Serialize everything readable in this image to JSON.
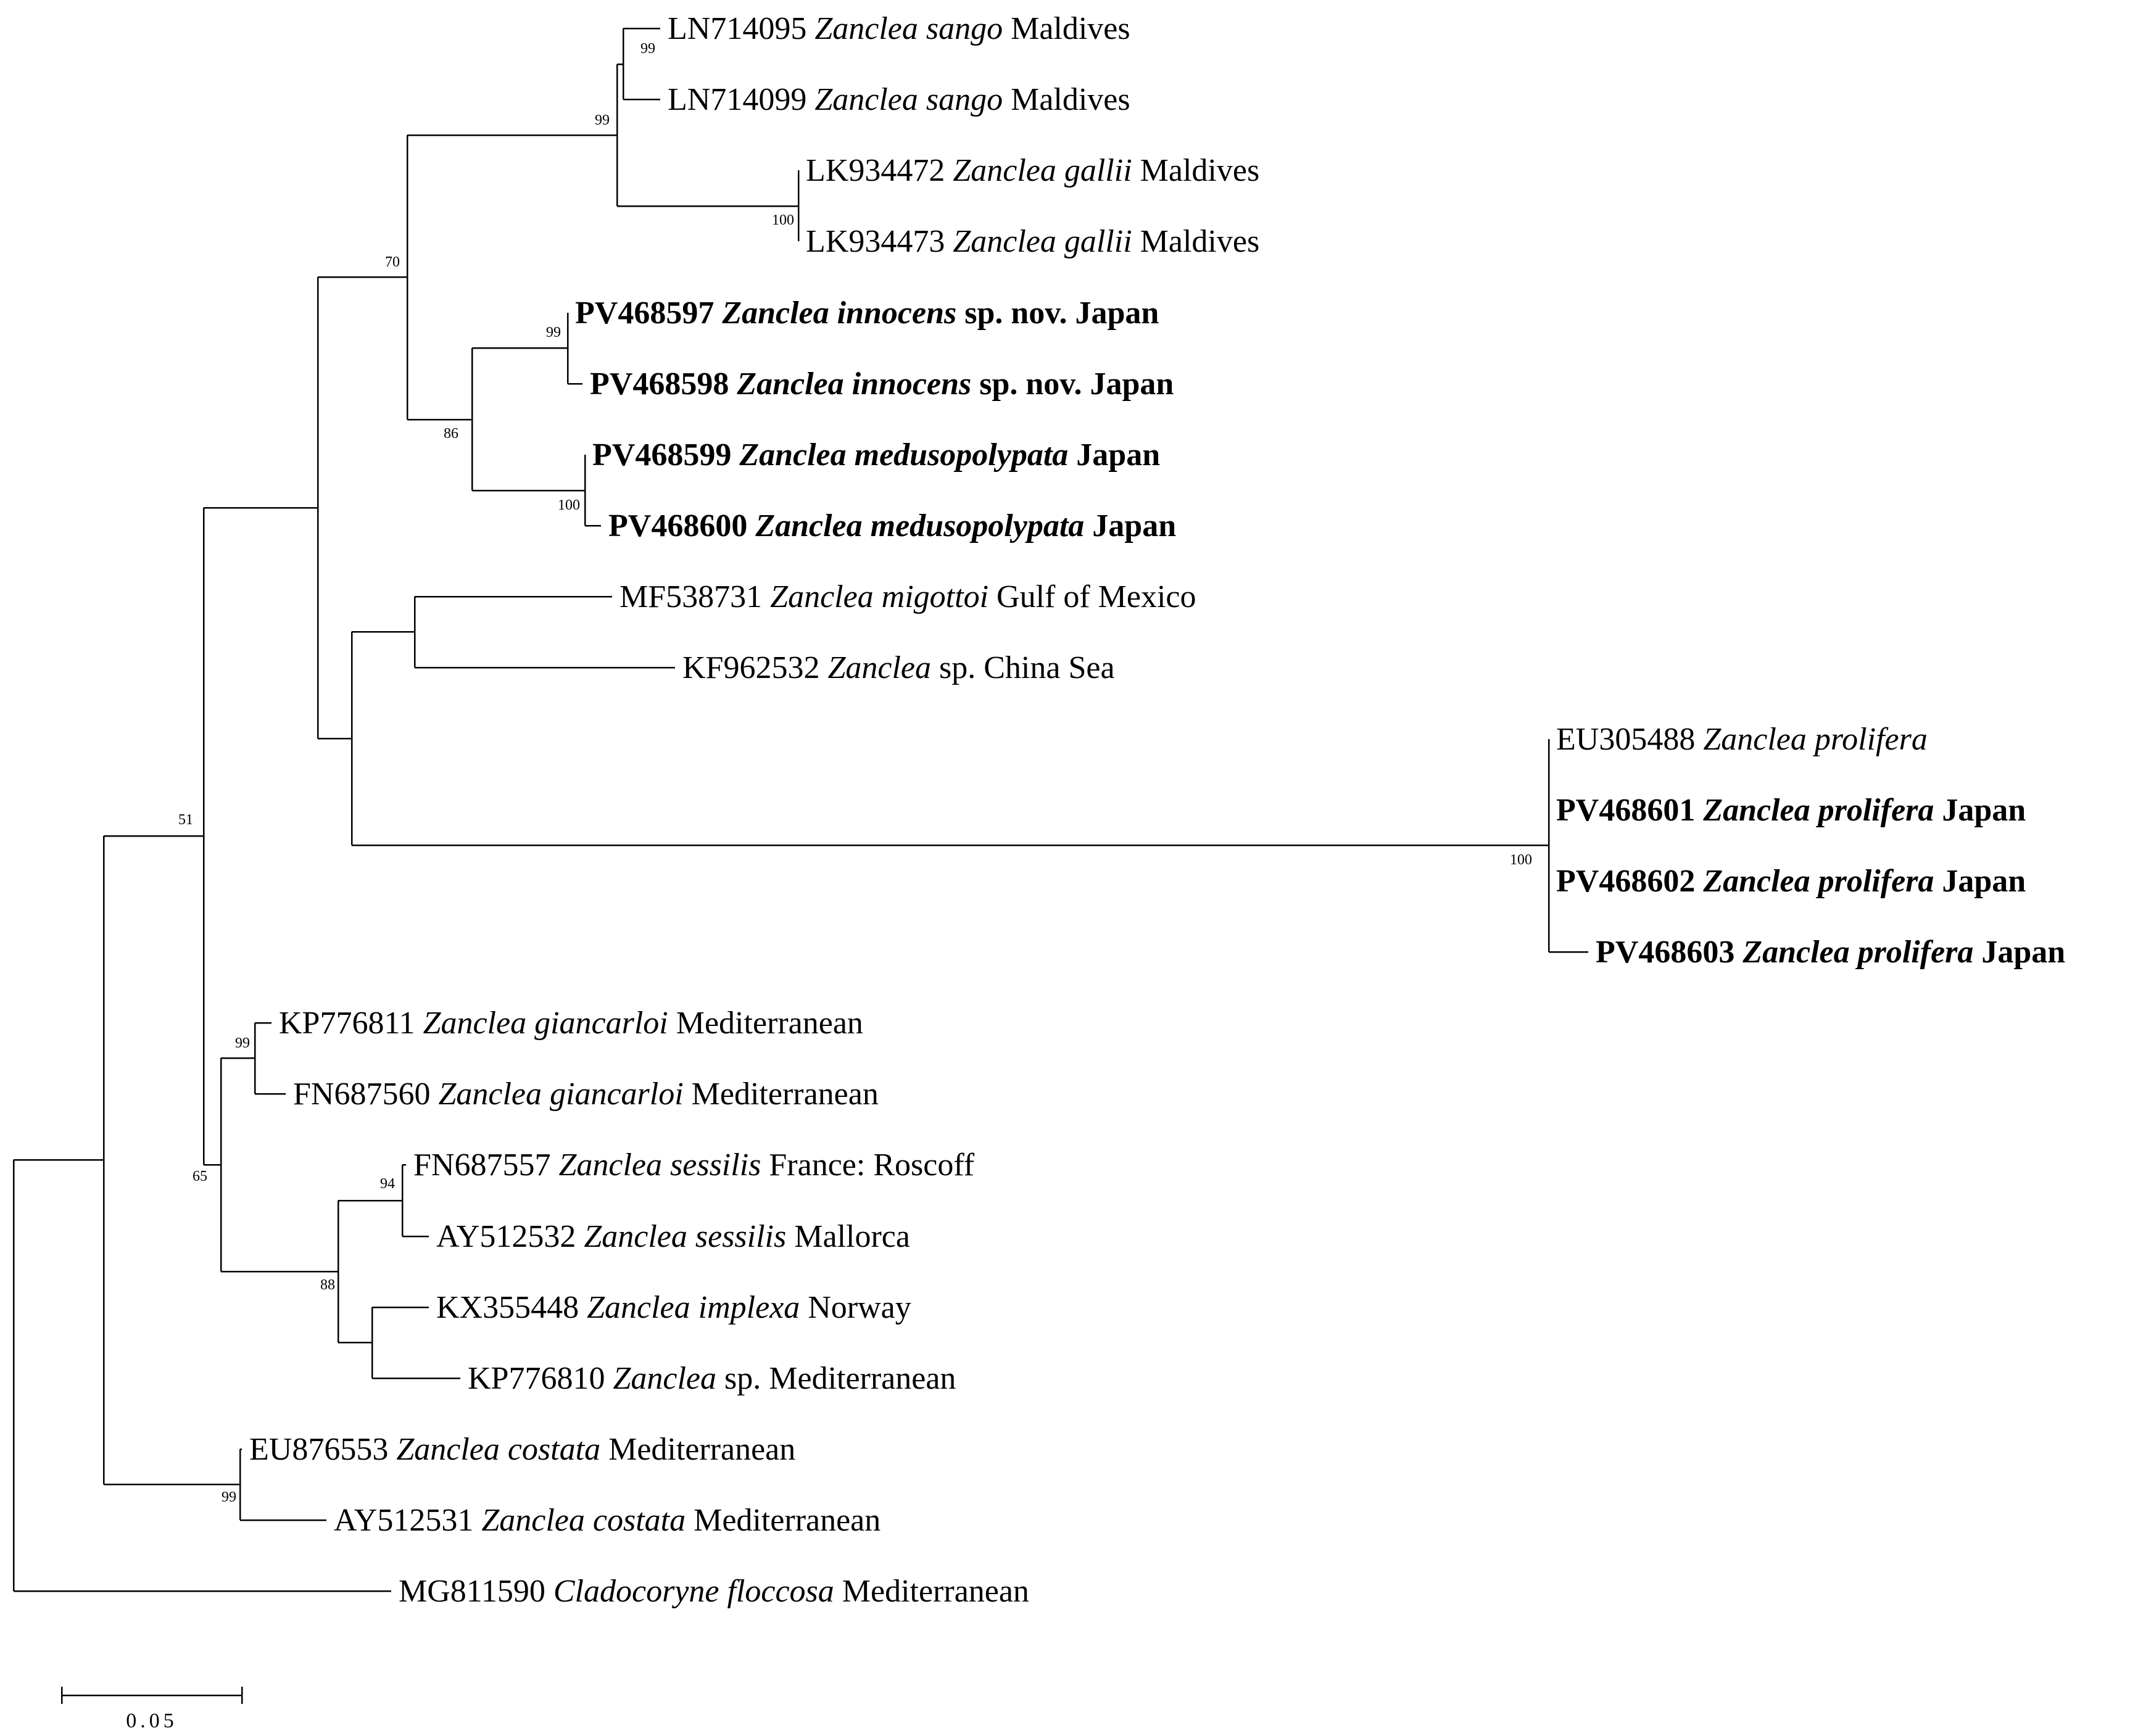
{
  "tree": {
    "taxa": [
      {
        "parts": [
          {
            "t": "LN714095 "
          },
          {
            "t": "Zanclea sango",
            "i": true
          },
          {
            "t": " Maldives"
          }
        ]
      },
      {
        "parts": [
          {
            "t": "LN714099 "
          },
          {
            "t": "Zanclea sango",
            "i": true
          },
          {
            "t": " Maldives"
          }
        ]
      },
      {
        "parts": [
          {
            "t": "LK934472 "
          },
          {
            "t": "Zanclea gallii",
            "i": true
          },
          {
            "t": " Maldives"
          }
        ]
      },
      {
        "parts": [
          {
            "t": "LK934473 "
          },
          {
            "t": "Zanclea gallii",
            "i": true
          },
          {
            "t": " Maldives"
          }
        ]
      },
      {
        "bold": true,
        "parts": [
          {
            "t": "PV468597 "
          },
          {
            "t": "Zanclea innocens",
            "i": true
          },
          {
            "t": " sp. nov. Japan"
          }
        ]
      },
      {
        "bold": true,
        "parts": [
          {
            "t": "PV468598 "
          },
          {
            "t": "Zanclea innocens",
            "i": true
          },
          {
            "t": " sp. nov. Japan"
          }
        ]
      },
      {
        "bold": true,
        "parts": [
          {
            "t": "PV468599 "
          },
          {
            "t": "Zanclea medusopolypata",
            "i": true
          },
          {
            "t": " Japan"
          }
        ]
      },
      {
        "bold": true,
        "parts": [
          {
            "t": "PV468600 "
          },
          {
            "t": "Zanclea medusopolypata",
            "i": true
          },
          {
            "t": " Japan"
          }
        ]
      },
      {
        "parts": [
          {
            "t": "MF538731 "
          },
          {
            "t": "Zanclea migottoi",
            "i": true
          },
          {
            "t": " Gulf of Mexico"
          }
        ]
      },
      {
        "parts": [
          {
            "t": "KF962532 "
          },
          {
            "t": "Zanclea",
            "i": true
          },
          {
            "t": " sp. China Sea"
          }
        ]
      },
      {
        "parts": [
          {
            "t": "EU305488 "
          },
          {
            "t": "Zanclea prolifera",
            "i": true
          }
        ]
      },
      {
        "bold": true,
        "parts": [
          {
            "t": "PV468601  "
          },
          {
            "t": "Zanclea prolifera",
            "i": true
          },
          {
            "t": " Japan"
          }
        ]
      },
      {
        "bold": true,
        "parts": [
          {
            "t": "PV468602 "
          },
          {
            "t": "Zanclea prolifera",
            "i": true
          },
          {
            "t": " Japan"
          }
        ]
      },
      {
        "bold": true,
        "parts": [
          {
            "t": "PV468603  "
          },
          {
            "t": "Zanclea prolifera",
            "i": true
          },
          {
            "t": " Japan"
          }
        ]
      },
      {
        "parts": [
          {
            "t": "KP776811 "
          },
          {
            "t": "Zanclea giancarloi",
            "i": true
          },
          {
            "t": " Mediterranean"
          }
        ]
      },
      {
        "parts": [
          {
            "t": "FN687560 "
          },
          {
            "t": "Zanclea giancarloi",
            "i": true
          },
          {
            "t": " Mediterranean"
          }
        ]
      },
      {
        "parts": [
          {
            "t": "FN687557 "
          },
          {
            "t": "Zanclea sessilis",
            "i": true
          },
          {
            "t": " France: Roscoff"
          }
        ]
      },
      {
        "parts": [
          {
            "t": "AY512532 "
          },
          {
            "t": "Zanclea sessilis",
            "i": true
          },
          {
            "t": " Mallorca"
          }
        ]
      },
      {
        "parts": [
          {
            "t": "KX355448 "
          },
          {
            "t": "Zanclea implexa",
            "i": true
          },
          {
            "t": " Norway"
          }
        ]
      },
      {
        "parts": [
          {
            "t": "KP776810 "
          },
          {
            "t": "Zanclea",
            "i": true
          },
          {
            "t": " sp. Mediterranean"
          }
        ]
      },
      {
        "parts": [
          {
            "t": "EU876553 "
          },
          {
            "t": "Zanclea costata",
            "i": true
          },
          {
            "t": " Mediterranean"
          }
        ]
      },
      {
        "parts": [
          {
            "t": "AY512531 "
          },
          {
            "t": "Zanclea costata",
            "i": true
          },
          {
            "t": " Mediterranean"
          }
        ]
      },
      {
        "parts": [
          {
            "t": "MG811590 "
          },
          {
            "t": "Cladocoryne floccosa",
            "i": true
          },
          {
            "t": " Mediterranean"
          }
        ]
      }
    ],
    "support_values": [
      "99",
      "99",
      "100",
      "99",
      "100",
      "86",
      "70",
      "100",
      "51",
      "99",
      "94",
      "88",
      "65",
      "99"
    ],
    "scale_bar": {
      "label": "0.05"
    }
  }
}
